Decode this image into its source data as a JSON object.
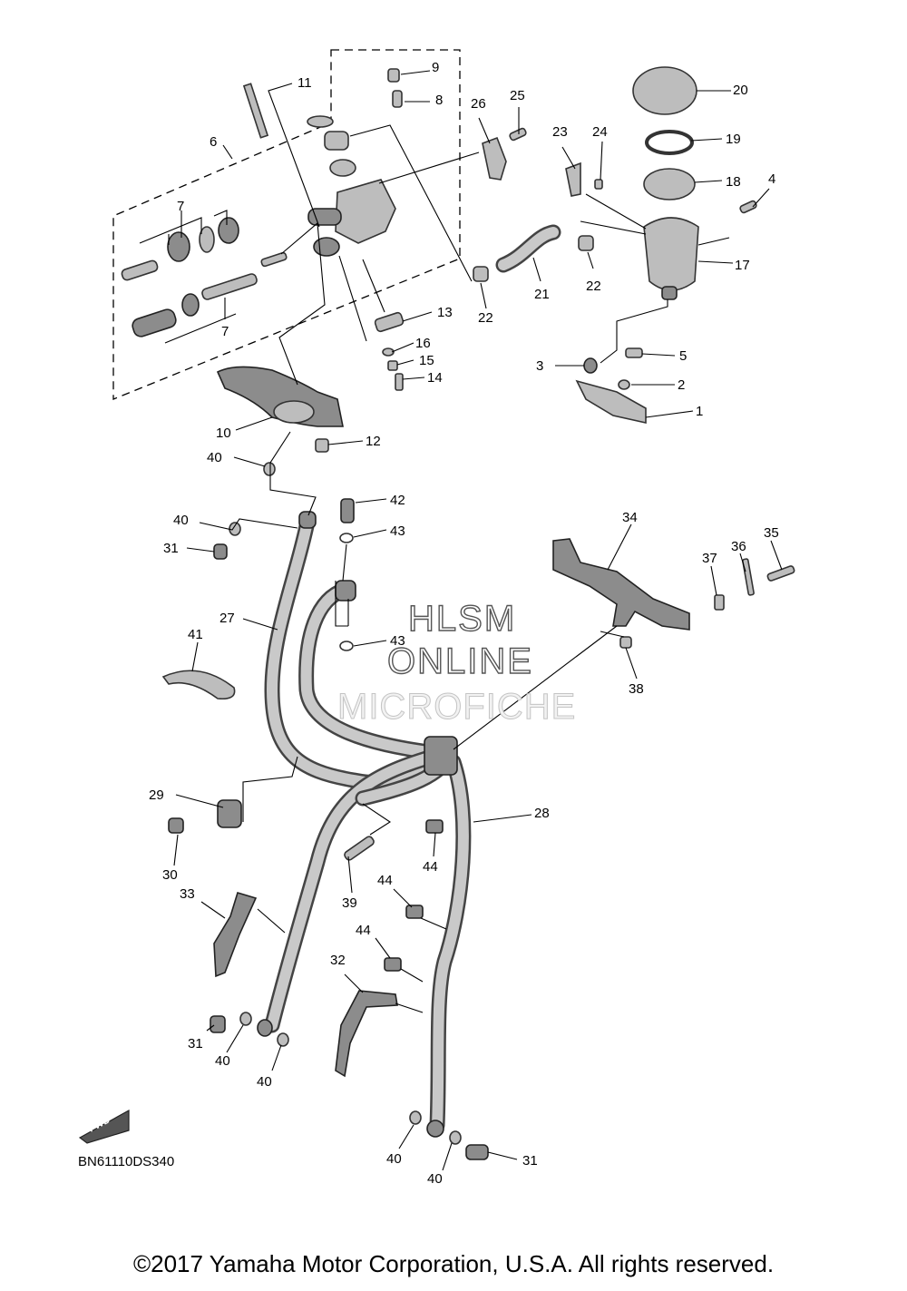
{
  "watermark": {
    "line1": "HLSM",
    "line2": "ONLINE",
    "line3": "MICROFICHE"
  },
  "diagram_code": "BN61110DS340",
  "fwd_marker": "FWD",
  "copyright": "©2017 Yamaha Motor Corporation, U.S.A. All rights reserved.",
  "callouts": [
    {
      "id": "c1",
      "text": "1"
    },
    {
      "id": "c2",
      "text": "2"
    },
    {
      "id": "c3",
      "text": "3"
    },
    {
      "id": "c4",
      "text": "4"
    },
    {
      "id": "c5",
      "text": "5"
    },
    {
      "id": "c6",
      "text": "6"
    },
    {
      "id": "c7a",
      "text": "7"
    },
    {
      "id": "c7b",
      "text": "7"
    },
    {
      "id": "c8",
      "text": "8"
    },
    {
      "id": "c9",
      "text": "9"
    },
    {
      "id": "c10",
      "text": "10"
    },
    {
      "id": "c11",
      "text": "11"
    },
    {
      "id": "c12",
      "text": "12"
    },
    {
      "id": "c13",
      "text": "13"
    },
    {
      "id": "c14",
      "text": "14"
    },
    {
      "id": "c15",
      "text": "15"
    },
    {
      "id": "c16",
      "text": "16"
    },
    {
      "id": "c17",
      "text": "17"
    },
    {
      "id": "c18",
      "text": "18"
    },
    {
      "id": "c19",
      "text": "19"
    },
    {
      "id": "c20",
      "text": "20"
    },
    {
      "id": "c21",
      "text": "21"
    },
    {
      "id": "c22a",
      "text": "22"
    },
    {
      "id": "c22b",
      "text": "22"
    },
    {
      "id": "c23",
      "text": "23"
    },
    {
      "id": "c24",
      "text": "24"
    },
    {
      "id": "c25",
      "text": "25"
    },
    {
      "id": "c26",
      "text": "26"
    },
    {
      "id": "c27",
      "text": "27"
    },
    {
      "id": "c28",
      "text": "28"
    },
    {
      "id": "c29",
      "text": "29"
    },
    {
      "id": "c30",
      "text": "30"
    },
    {
      "id": "c31a",
      "text": "31"
    },
    {
      "id": "c31b",
      "text": "31"
    },
    {
      "id": "c31c",
      "text": "31"
    },
    {
      "id": "c32",
      "text": "32"
    },
    {
      "id": "c33",
      "text": "33"
    },
    {
      "id": "c34",
      "text": "34"
    },
    {
      "id": "c35",
      "text": "35"
    },
    {
      "id": "c36",
      "text": "36"
    },
    {
      "id": "c37",
      "text": "37"
    },
    {
      "id": "c38",
      "text": "38"
    },
    {
      "id": "c39",
      "text": "39"
    },
    {
      "id": "c40a",
      "text": "40"
    },
    {
      "id": "c40b",
      "text": "40"
    },
    {
      "id": "c40c",
      "text": "40"
    },
    {
      "id": "c40d",
      "text": "40"
    },
    {
      "id": "c40e",
      "text": "40"
    },
    {
      "id": "c40f",
      "text": "40"
    },
    {
      "id": "c41",
      "text": "41"
    },
    {
      "id": "c42",
      "text": "42"
    },
    {
      "id": "c43a",
      "text": "43"
    },
    {
      "id": "c43b",
      "text": "43"
    },
    {
      "id": "c44a",
      "text": "44"
    },
    {
      "id": "c44b",
      "text": "44"
    },
    {
      "id": "c44c",
      "text": "44"
    }
  ]
}
